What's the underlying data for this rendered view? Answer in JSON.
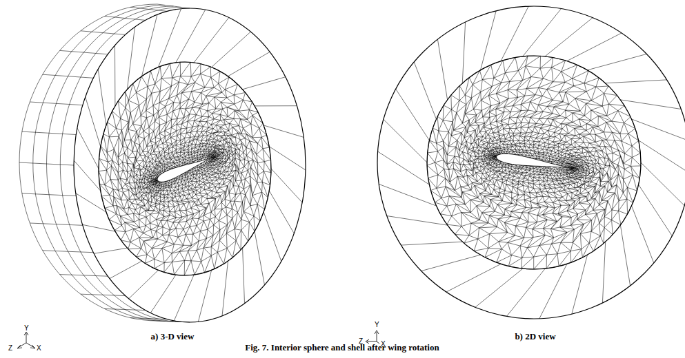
{
  "diagram": {
    "caption": "Fig. 7. Interior sphere and shell after wing rotation",
    "labels": [
      "Y",
      "Z",
      "X",
      "a) 3-D view",
      "Y",
      "Z",
      "X",
      "b) 2D view"
    ]
  }
}
